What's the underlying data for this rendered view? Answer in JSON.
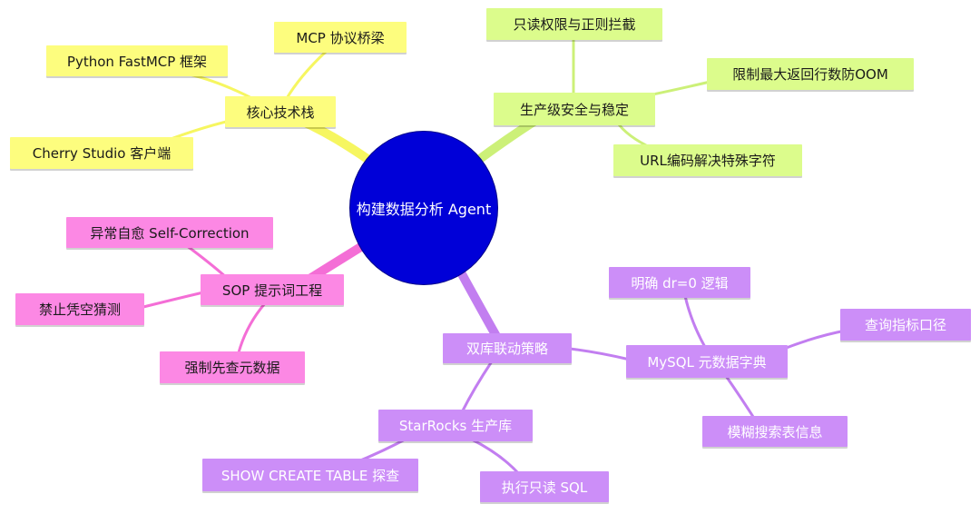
{
  "center": {
    "label": "构建数据分析 Agent",
    "color": "#0000d8"
  },
  "colors": {
    "yellow": "#fdfd7e",
    "yellow_line": "#f6f660",
    "green": "#dcfc8c",
    "green_line": "#ccf078",
    "pink": "#fc88e4",
    "pink_line": "#f46ed6",
    "purple": "#cc8ef8",
    "purple_line": "#c27ef0"
  },
  "branches": {
    "tech": {
      "label": "核心技术栈",
      "children": {
        "python": "Python FastMCP 框架",
        "mcp": "MCP 协议桥梁",
        "cherry": "Cherry Studio 客户端"
      }
    },
    "safety": {
      "label": "生产级安全与稳定",
      "children": {
        "readonly": "只读权限与正则拦截",
        "maxrows": "限制最大返回行数防OOM",
        "url": "URL编码解决特殊字符"
      }
    },
    "sop": {
      "label": "SOP 提示词工程",
      "children": {
        "selfcorrect": "异常自愈 Self-Correction",
        "noguess": "禁止凭空猜测",
        "metadata": "强制先查元数据"
      }
    },
    "dual": {
      "label": "双库联动策略",
      "mysql": {
        "label": "MySQL 元数据字典",
        "children": {
          "dr": "明确 dr=0 逻辑",
          "metric": "查询指标口径",
          "fuzzy": "模糊搜索表信息"
        }
      },
      "starrocks": {
        "label": "StarRocks 生产库",
        "children": {
          "show": "SHOW CREATE TABLE 探查",
          "sql": "执行只读 SQL"
        }
      }
    }
  }
}
